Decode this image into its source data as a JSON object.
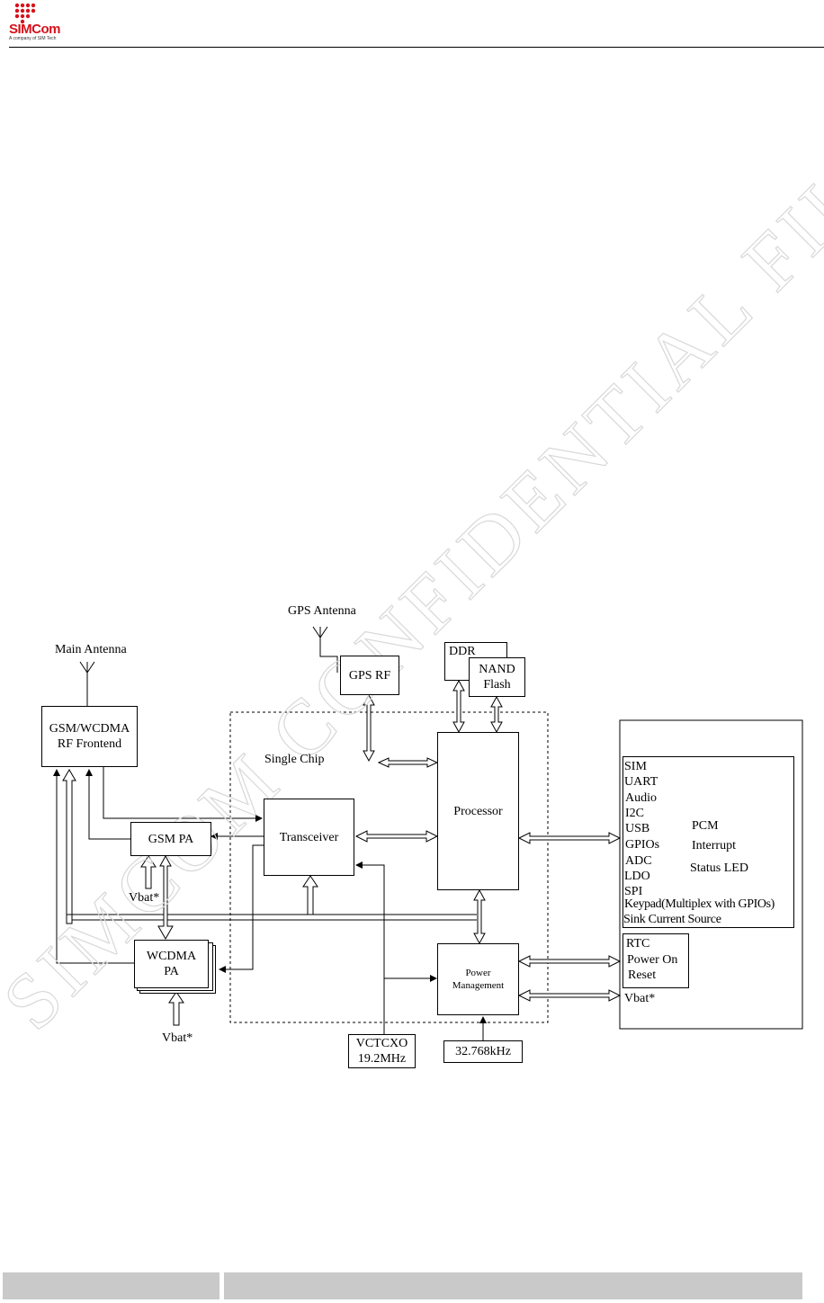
{
  "header": {
    "logo_text": "SIMCom",
    "logo_tagline": "A company of SIM Tech",
    "brand_color": "#d7101a"
  },
  "watermark": {
    "text": "SIMCOM CONFIDENTIAL FILE"
  },
  "diagram": {
    "gps_antenna_label": "GPS  Antenna",
    "main_antenna_label": "Main Antenna",
    "gps_rf": "GPS RF",
    "ddr": "DDR",
    "nand_flash": [
      "NAND",
      "Flash"
    ],
    "rf_frontend": [
      "GSM/WCDMA",
      "RF Frontend"
    ],
    "single_chip": "Single Chip",
    "processor": "Processor",
    "transceiver": "Transceiver",
    "gsm_pa": "GSM PA",
    "vbat_gsm": "Vbat*",
    "wcdma_pa": [
      "WCDMA",
      "PA"
    ],
    "vbat_wcdma": "Vbat*",
    "power_management": [
      "Power",
      "Management"
    ],
    "vctcxo": [
      "VCTCXO",
      "19.2MHz"
    ],
    "rtc_crystal": "32.768kHz",
    "interfaces": [
      "SIM",
      "UART",
      "Audio",
      "I2C",
      "USB",
      "GPIOs",
      "ADC",
      "LDO",
      "SPI",
      "Keypad(Multiplex with GPIOs)",
      "Sink Current Source"
    ],
    "gpio_functions": [
      "PCM",
      "Interrupt",
      "Status LED"
    ],
    "pm_outputs": [
      "RTC",
      "Power On",
      "Reset"
    ],
    "vbat_out": "Vbat*"
  }
}
